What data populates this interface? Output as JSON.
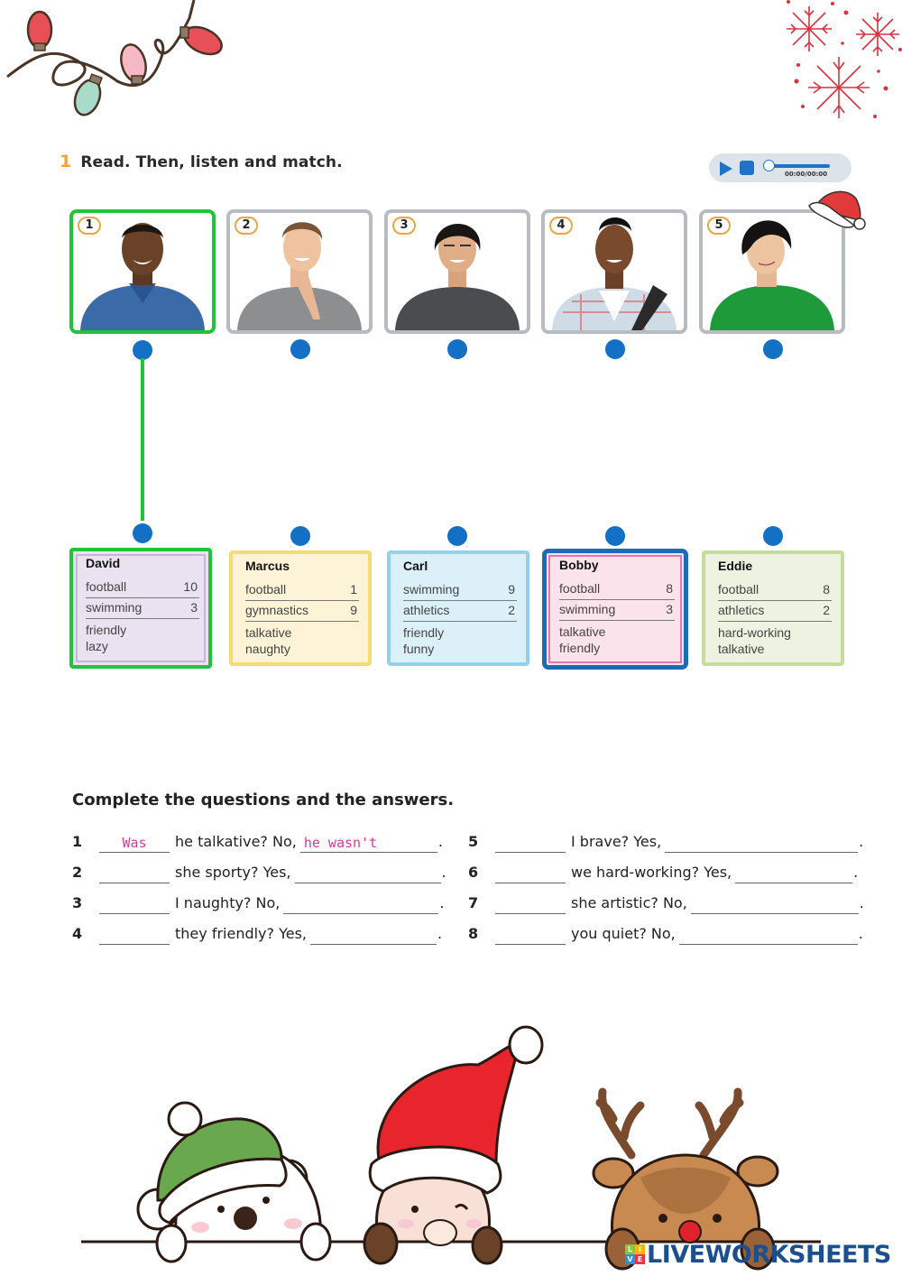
{
  "exercise1": {
    "number": "1",
    "instruction": "Read. Then, listen and match."
  },
  "audio_player": {
    "time": "00:00/00:00",
    "progress": 0,
    "accent": "#1f73c6"
  },
  "photos": [
    {
      "number": "1",
      "selected": true
    },
    {
      "number": "2",
      "selected": false
    },
    {
      "number": "3",
      "selected": false
    },
    {
      "number": "4",
      "selected": false
    },
    {
      "number": "5",
      "selected": false
    }
  ],
  "match_lines": [
    {
      "from_photo": "1",
      "to_card": "David",
      "color": "#22c23a"
    }
  ],
  "profiles": [
    {
      "name": "David",
      "sports": [
        {
          "sport": "football",
          "score": "10"
        },
        {
          "sport": "swimming",
          "score": "3"
        }
      ],
      "traits": [
        "friendly",
        "lazy"
      ],
      "bg": "#ebe2f1",
      "border": "#22c23a"
    },
    {
      "name": "Marcus",
      "sports": [
        {
          "sport": "football",
          "score": "1"
        },
        {
          "sport": "gymnastics",
          "score": "9"
        }
      ],
      "traits": [
        "talkative",
        "naughty"
      ],
      "bg": "#fdf3d7",
      "border": "#f5dc72"
    },
    {
      "name": "Carl",
      "sports": [
        {
          "sport": "swimming",
          "score": "9"
        },
        {
          "sport": "athletics",
          "score": "2"
        }
      ],
      "traits": [
        "friendly",
        "funny"
      ],
      "bg": "#dcf0f9",
      "border": "#8fd1ef"
    },
    {
      "name": "Bobby",
      "sports": [
        {
          "sport": "football",
          "score": "8"
        },
        {
          "sport": "swimming",
          "score": "3"
        }
      ],
      "traits": [
        "talkative",
        "friendly"
      ],
      "bg": "#fbe3ec",
      "border": "#1b6bb8"
    },
    {
      "name": "Eddie",
      "sports": [
        {
          "sport": "football",
          "score": "8"
        },
        {
          "sport": "athletics",
          "score": "2"
        }
      ],
      "traits": [
        "hard-working",
        "talkative"
      ],
      "bg": "#edf3e0",
      "border": "#c4dd9a"
    }
  ],
  "exercise2": {
    "title": "Complete the questions and the answers.",
    "questions": [
      {
        "n": "1",
        "answer1": "Was",
        "text": "he talkative? No,",
        "answer2": "he wasn't"
      },
      {
        "n": "2",
        "answer1": "",
        "text": "she sporty? Yes,",
        "answer2": ""
      },
      {
        "n": "3",
        "answer1": "",
        "text": "I naughty? No,",
        "answer2": ""
      },
      {
        "n": "4",
        "answer1": "",
        "text": "they friendly? Yes,",
        "answer2": ""
      },
      {
        "n": "5",
        "answer1": "",
        "text": "I brave? Yes,",
        "answer2": ""
      },
      {
        "n": "6",
        "answer1": "",
        "text": "we hard-working? Yes,",
        "answer2": ""
      },
      {
        "n": "7",
        "answer1": "",
        "text": "she artistic? No,",
        "answer2": ""
      },
      {
        "n": "8",
        "answer1": "",
        "text": "you quiet? No,",
        "answer2": ""
      }
    ],
    "period": "."
  },
  "branding": {
    "logo_letters": [
      "L",
      "I",
      "V",
      "E"
    ],
    "logo_colors": [
      "#8cc63f",
      "#f7b500",
      "#2f8fd8",
      "#e8334a"
    ],
    "wordmark": "LIVEWORKSHEETS"
  },
  "decorations": [
    "christmas-lights",
    "snowflakes",
    "santa-hat",
    "polar-bear",
    "santa-claus",
    "reindeer"
  ]
}
